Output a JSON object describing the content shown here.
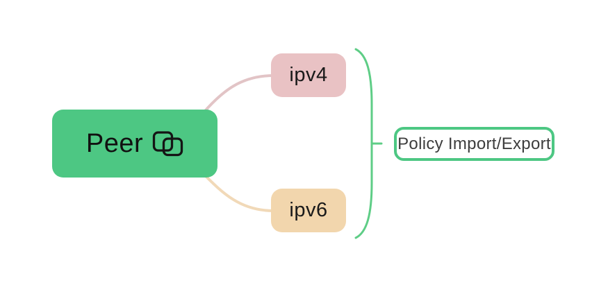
{
  "diagram": {
    "type": "mindmap",
    "background": "#ffffff",
    "root": {
      "label": "Peer",
      "fill": "#4dc783",
      "text_color": "#111111",
      "icon": "clone-link-icon"
    },
    "children": [
      {
        "id": "ipv4",
        "label": "ipv4",
        "fill": "#e9c2c4",
        "text_color": "#1a1a1a"
      },
      {
        "id": "ipv6",
        "label": "ipv6",
        "fill": "#f2d6ad",
        "text_color": "#1a1a1a"
      }
    ],
    "annotation": {
      "label": "Policy Import/Export",
      "fill": "#ffffff",
      "border_color": "#4dc783",
      "text_color": "#3d3d3d"
    },
    "edges": {
      "peer_to_ipv4_color": "#e2c4c6",
      "peer_to_ipv6_color": "#f1d9b8",
      "brace_color": "#5ecd86"
    }
  }
}
